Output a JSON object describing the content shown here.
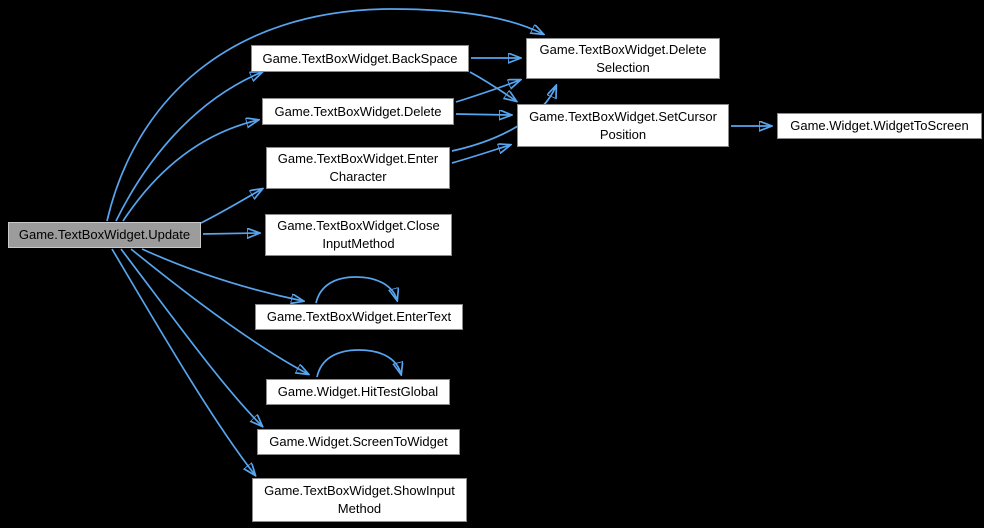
{
  "diagram": {
    "type": "call-graph",
    "background_color": "#000000",
    "edge_color": "#57a5ef",
    "node_fill": "#ffffff",
    "node_border": "#8a8a8a",
    "highlight_fill": "#9c9c9c",
    "highlight_border": "#c9c9c9",
    "nodes": {
      "update": {
        "label": "Game.TextBoxWidget.Update",
        "highlighted": true
      },
      "backspace": {
        "label": "Game.TextBoxWidget.BackSpace"
      },
      "delete": {
        "label": "Game.TextBoxWidget.Delete"
      },
      "entercharacter": {
        "label": [
          "Game.TextBoxWidget.Enter",
          "Character"
        ]
      },
      "closeinputmethod": {
        "label": [
          "Game.TextBoxWidget.Close",
          "InputMethod"
        ]
      },
      "entertext": {
        "label": "Game.TextBoxWidget.EnterText"
      },
      "hittestglobal": {
        "label": "Game.Widget.HitTestGlobal"
      },
      "screentowidget": {
        "label": "Game.Widget.ScreenToWidget"
      },
      "showinputmethod": {
        "label": [
          "Game.TextBoxWidget.ShowInput",
          "Method"
        ]
      },
      "deleteselection": {
        "label": [
          "Game.TextBoxWidget.Delete",
          "Selection"
        ]
      },
      "setcursorposition": {
        "label": [
          "Game.TextBoxWidget.SetCursor",
          "Position"
        ]
      },
      "widgettoscreen": {
        "label": "Game.Widget.WidgetToScreen"
      }
    },
    "edges": [
      {
        "from": "update",
        "to": "backspace"
      },
      {
        "from": "update",
        "to": "deleteselection"
      },
      {
        "from": "update",
        "to": "delete"
      },
      {
        "from": "update",
        "to": "entercharacter"
      },
      {
        "from": "update",
        "to": "closeinputmethod"
      },
      {
        "from": "update",
        "to": "entertext"
      },
      {
        "from": "update",
        "to": "hittestglobal"
      },
      {
        "from": "update",
        "to": "screentowidget"
      },
      {
        "from": "update",
        "to": "showinputmethod"
      },
      {
        "from": "backspace",
        "to": "deleteselection"
      },
      {
        "from": "backspace",
        "to": "setcursorposition"
      },
      {
        "from": "delete",
        "to": "deleteselection"
      },
      {
        "from": "delete",
        "to": "setcursorposition"
      },
      {
        "from": "entercharacter",
        "to": "deleteselection"
      },
      {
        "from": "entercharacter",
        "to": "setcursorposition"
      },
      {
        "from": "setcursorposition",
        "to": "widgettoscreen"
      },
      {
        "from": "entertext",
        "to": "entertext"
      },
      {
        "from": "hittestglobal",
        "to": "hittestglobal"
      }
    ]
  }
}
